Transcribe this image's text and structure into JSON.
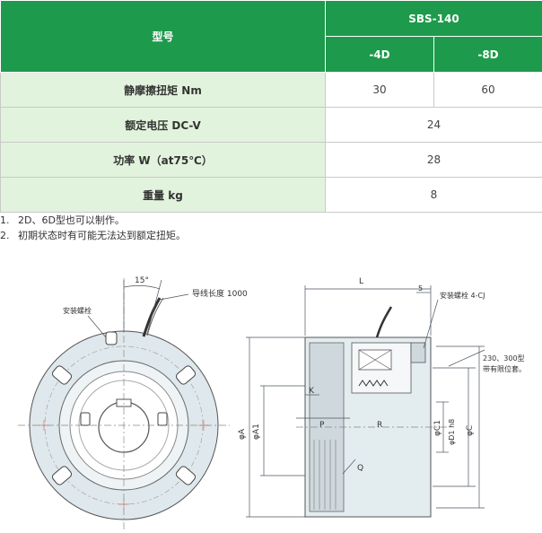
{
  "table": {
    "model_label": "型号",
    "series": "SBS-140",
    "variants": [
      "-4D",
      "-8D"
    ],
    "rows": [
      {
        "label": "静摩擦扭矩 Nm",
        "values": [
          "30",
          "60"
        ]
      },
      {
        "label": "额定电压 DC-V",
        "value": "24"
      },
      {
        "label": "功率 W（at75℃）",
        "value": "28"
      },
      {
        "label": "重量 kg",
        "value": "8"
      }
    ]
  },
  "notes": [
    {
      "num": "1.",
      "text": "2D、6D型也可以制作。"
    },
    {
      "num": "2.",
      "text": "初期状态时有可能无法达到额定扭矩。"
    }
  ],
  "drawing": {
    "angle_label": "15°",
    "lead_label": "导线长度 1000",
    "mount_bolt_label": "安装螺栓",
    "mount_screw_label": "安装螺栓 4-CJ",
    "dim_L": "L",
    "dim_5": "5",
    "dim_K": "K",
    "dim_P": "P",
    "dim_R": "R",
    "dim_Q": "Q",
    "dim_phiA": "φA",
    "dim_phiA1": "φA1",
    "dim_phiC1": "φC1",
    "dim_phiD": "φD1 h8",
    "dim_phiC": "φC",
    "note_line1": "230、300型",
    "note_line2": "带有限位套。"
  },
  "colors": {
    "header_green": "#1e9a4c",
    "label_bg": "#e2f3dd",
    "housing": "#dfe8ec",
    "dim_line": "#4a5560"
  }
}
